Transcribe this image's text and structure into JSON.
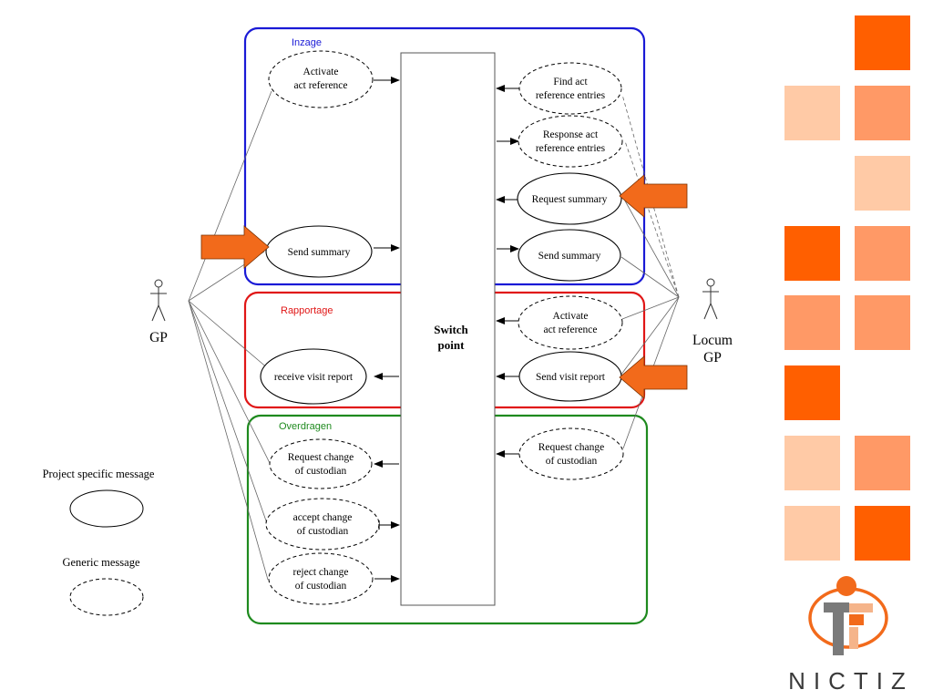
{
  "groups": {
    "inzage": {
      "title": "Inzage",
      "color": "#1a1ad6"
    },
    "rapportage": {
      "title": "Rapportage",
      "color": "#e01616"
    },
    "overdragen": {
      "title": "Overdragen",
      "color": "#1e8a1e"
    }
  },
  "switch_point": {
    "line1": "Switch",
    "line2": "point"
  },
  "actors": {
    "gp": {
      "label": "GP"
    },
    "locum": {
      "line1": "Locum",
      "line2": "GP"
    }
  },
  "use_cases": {
    "activate_act_reference_left": {
      "line1": "Activate",
      "line2": "act reference",
      "kind": "generic"
    },
    "send_summary_left": {
      "line1": "Send summary",
      "kind": "project-specific"
    },
    "find_act_reference_entries": {
      "line1": "Find act",
      "line2": "reference entries",
      "kind": "generic"
    },
    "response_act_reference_entries": {
      "line1": "Response act",
      "line2": "reference entries",
      "kind": "generic"
    },
    "request_summary": {
      "line1": "Request summary",
      "kind": "project-specific"
    },
    "send_summary_right": {
      "line1": "Send summary",
      "kind": "project-specific"
    },
    "activate_act_reference_right": {
      "line1": "Activate",
      "line2": "act reference",
      "kind": "generic"
    },
    "receive_visit_report": {
      "line1": "receive visit report",
      "kind": "project-specific"
    },
    "send_visit_report": {
      "line1": "Send visit report",
      "kind": "project-specific"
    },
    "request_change_of_custodian_left": {
      "line1": "Request change",
      "line2": "of custodian",
      "kind": "generic"
    },
    "request_change_of_custodian_right": {
      "line1": "Request change",
      "line2": "of custodian",
      "kind": "generic"
    },
    "accept_change_of_custodian": {
      "line1": "accept change",
      "line2": "of custodian",
      "kind": "generic"
    },
    "reject_change_of_custodian": {
      "line1": "reject change",
      "line2": "of custodian",
      "kind": "generic"
    }
  },
  "legend": {
    "project_specific": "Project specific message",
    "generic": "Generic message"
  },
  "logo": {
    "text": "NICTIZ"
  },
  "colors": {
    "highlight_arrow": "#f26a1b",
    "tile_dark": "#ff5f00",
    "tile_mid": "#ff9966",
    "tile_light": "#ffcaa6"
  }
}
